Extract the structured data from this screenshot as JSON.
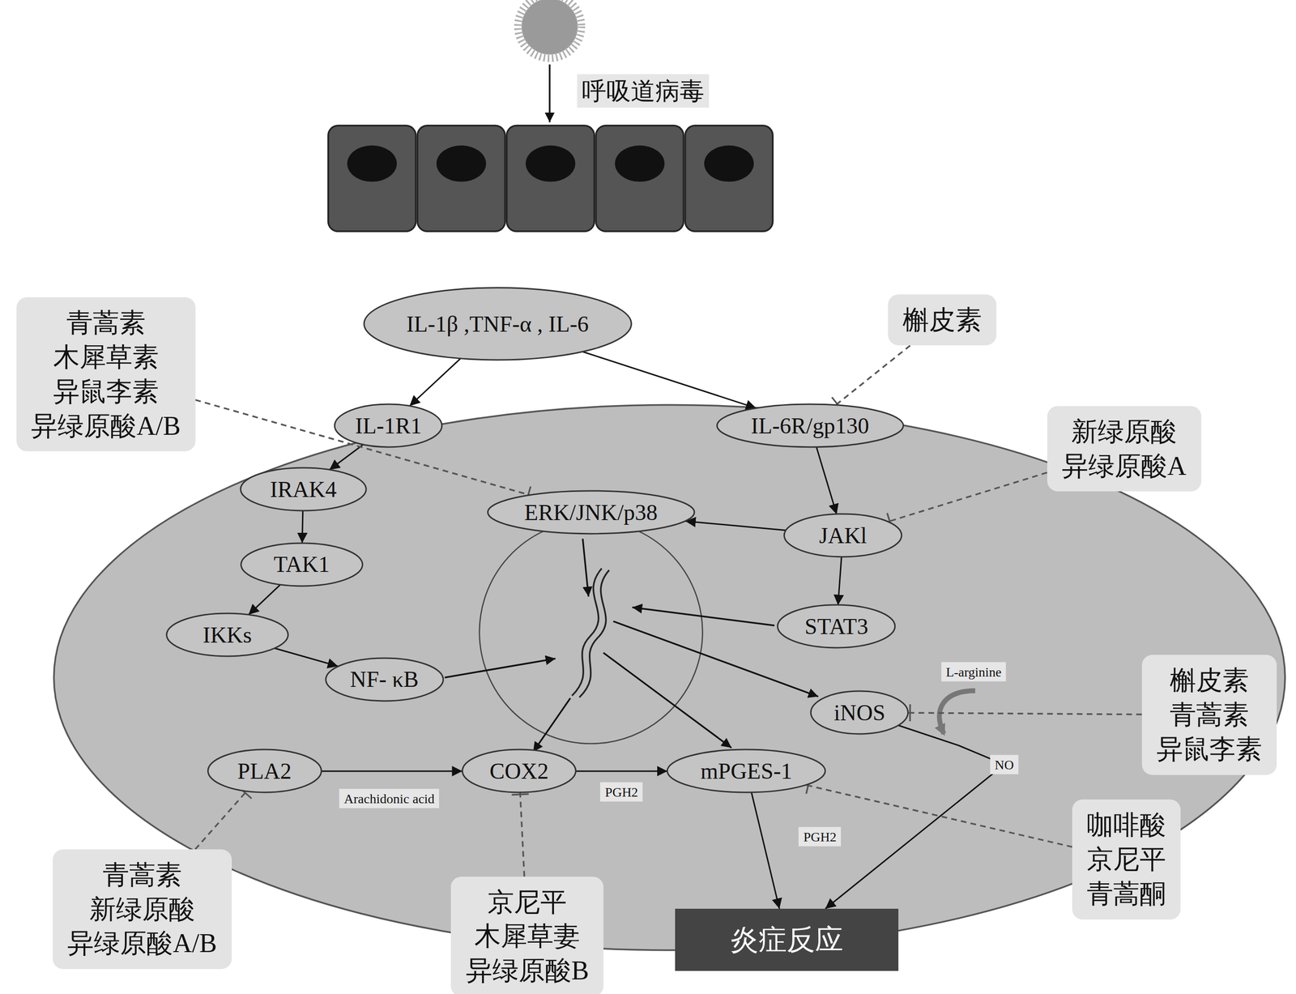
{
  "diagram": {
    "nodes": [
      {
        "text": [
          "IL-1β ,TNF-α , IL-6"
        ]
      },
      {
        "text": [
          "IL-1R1"
        ]
      },
      {
        "text": [
          "IL-6R/gp130"
        ]
      },
      {
        "text": [
          "IRAK4"
        ]
      },
      {
        "text": [
          "ERK/JNK/p38"
        ]
      },
      {
        "text": [
          "JAKl"
        ]
      },
      {
        "text": [
          "TAK1"
        ]
      },
      {
        "text": [
          "IKKs"
        ]
      },
      {
        "text": [
          "STAT3"
        ]
      },
      {
        "text": [
          "NF- κB"
        ]
      },
      {
        "text": [
          "iNOS"
        ]
      },
      {
        "text": [
          "PLA2"
        ]
      },
      {
        "text": [
          "COX2"
        ]
      },
      {
        "text": [
          "mPGES-1"
        ]
      },
      {
        "text": [
          "炎症反应"
        ]
      },
      {
        "text": [
          "青蒿素 木犀草素 异鼠李素 异绿原酸A/B"
        ]
      },
      {
        "text": [
          "槲皮素"
        ]
      },
      {
        "text": [
          "新绿原酸 异绿原酸A"
        ]
      },
      {
        "text": [
          "槲皮素 青蒿素 异鼠李素"
        ]
      },
      {
        "text": [
          "咖啡酸 京尼平 青蒿酮"
        ]
      },
      {
        "text": [
          "青蒿素 新绿原酸 异绿原酸A/B"
        ]
      },
      {
        "text": [
          "京尼平 木犀草妻 异绿原酸B"
        ]
      }
    ],
    "edges": [
      {
        "from": 0,
        "to": 1,
        "arrow": "to"
      },
      {
        "from": 0,
        "to": 2,
        "arrow": "to"
      },
      {
        "from": 1,
        "to": 3,
        "arrow": "to"
      },
      {
        "from": 3,
        "to": 6,
        "arrow": "to"
      },
      {
        "from": 6,
        "to": 7,
        "arrow": "to"
      },
      {
        "from": 7,
        "to": 9,
        "arrow": "to"
      },
      {
        "from": 2,
        "to": 5,
        "arrow": "to"
      },
      {
        "from": 5,
        "to": 4,
        "arrow": "to"
      },
      {
        "from": 5,
        "to": 8,
        "arrow": "to"
      },
      {
        "from": 11,
        "to": 12,
        "arrow": "to"
      },
      {
        "from": 12,
        "to": 13,
        "arrow": "to"
      },
      {
        "from": 13,
        "to": 14,
        "arrow": "to"
      },
      {
        "from": 10,
        "to": 14,
        "arrow": "to"
      },
      {
        "from": 15,
        "to": 4,
        "arrow": "none"
      },
      {
        "from": 16,
        "to": 2,
        "arrow": "none"
      },
      {
        "from": 17,
        "to": 5,
        "arrow": "none"
      },
      {
        "from": 18,
        "to": 10,
        "arrow": "none"
      },
      {
        "from": 19,
        "to": 13,
        "arrow": "none"
      },
      {
        "from": 20,
        "to": 11,
        "arrow": "none"
      },
      {
        "from": 21,
        "to": 12,
        "arrow": "none"
      }
    ],
    "labels": [
      "呼吸道病毒",
      "L-arginine",
      "NO",
      "Arachidonic acid",
      "PGH2",
      "PGH2"
    ]
  }
}
